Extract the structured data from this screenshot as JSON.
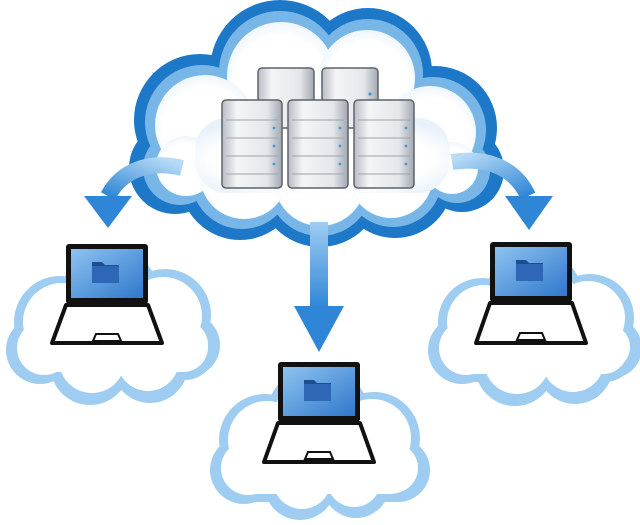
{
  "diagram": {
    "kind": "cloud-computing-illustration",
    "central_node": {
      "shape": "cloud",
      "icon": "server-rack-icon",
      "server_count": 5
    },
    "client_nodes": [
      {
        "id": "left",
        "icon": "laptop-icon",
        "screen_icon": "folder-icon",
        "backdrop": "cloud"
      },
      {
        "id": "center",
        "icon": "laptop-icon",
        "screen_icon": "folder-icon",
        "backdrop": "cloud"
      },
      {
        "id": "right",
        "icon": "laptop-icon",
        "screen_icon": "folder-icon",
        "backdrop": "cloud"
      }
    ],
    "connections": [
      {
        "from": "central",
        "to": "left",
        "icon": "arrow-icon"
      },
      {
        "from": "central",
        "to": "center",
        "icon": "arrow-icon"
      },
      {
        "from": "central",
        "to": "right",
        "icon": "arrow-icon"
      }
    ]
  },
  "colors": {
    "background": "#ffffff",
    "cloud_outline": "#1e78c8",
    "cloud_outline_light": "#6fb0e4",
    "cloud_fill": "#ffffff",
    "arrow": "#2f86d6",
    "arrow_light": "#9fcdf2",
    "server_body": "#e2e4e8",
    "server_dark": "#8b9099",
    "server_light": "#f7f8fa",
    "server_led": "#3a9be0",
    "laptop_frame": "#111111",
    "laptop_screen": "#3f86d6",
    "laptop_screen_light": "#7fb7ec",
    "folder": "#2e67b6",
    "folder_dark": "#1d4e92"
  }
}
